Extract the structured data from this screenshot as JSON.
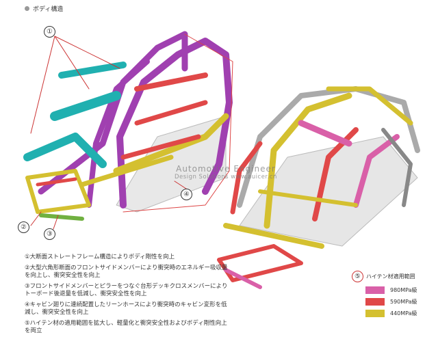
{
  "title": "ボディ構造",
  "callouts": [
    "①",
    "②",
    "③",
    "④",
    "⑤"
  ],
  "watermark": {
    "line1": "Automotive Engineer",
    "line2": "Design Solutions www.auicer.cn"
  },
  "notes": [
    "①大断面ストレートフレーム構造によりボディ剛性を向上",
    "②大型六角形断面のフロントサイドメンバーにより衝突時のエネルギー吸収量を向上し、衝突安全性を向上",
    "③フロントサイドメンバーとピラーをつなぐ台形デッキクロスメンバーによりトーボード後退量を低減し、衝突安全性を向上",
    "④キャビン廻りに連続配置したリーンホースにより衝突時のキャビン変形を低減し、衝突安全性を向上",
    "⑤ハイテン材の適用範囲を拡大し、軽量化と衝突安全性およびボディ剛性向上を両立"
  ],
  "legend": {
    "title": "ハイテン材適用範囲",
    "items": [
      {
        "label": "980MPa級",
        "color": "#d960a8"
      },
      {
        "label": "590MPa級",
        "color": "#e04848"
      },
      {
        "label": "440MPa級",
        "color": "#d4c030"
      }
    ]
  }
}
